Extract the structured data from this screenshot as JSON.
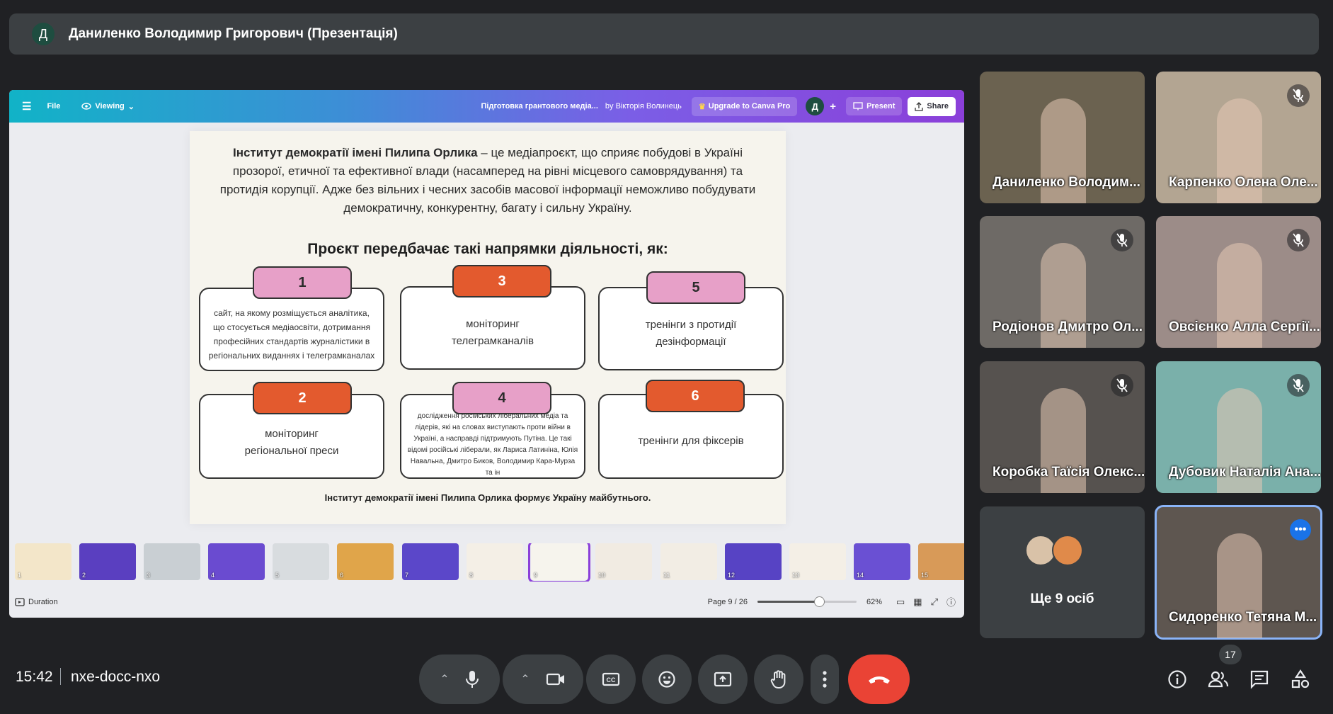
{
  "presenter": {
    "avatar_letter": "Д",
    "title": "Даниленко Володимир Григорович (Презентація)"
  },
  "canva": {
    "menu_icon": "hamburger-icon",
    "file": "File",
    "viewing": "Viewing",
    "doc_title": "Підготовка грантового медіа...",
    "doc_author": "by Вікторія Волинець",
    "upgrade": "Upgrade to Canva Pro",
    "avatar_letter": "Д",
    "plus": "+",
    "present": "Present",
    "share": "Share"
  },
  "slide": {
    "intro_bold": "Інститут демократії імені Пилипа Орлика",
    "intro_rest": " – це медіапроєкт, що сприяє побудові в Україні прозорої, етичної та ефективної влади (насамперед на рівні місцевого самоврядування) та протидія корупції. Адже без вільних і чесних засобів масової інформації неможливо побудувати демократичну, конкурентну, багату і сильну Україну.",
    "section_title": "Проєкт передбачає такі напрямки діяльності, як:",
    "cards": [
      {
        "num": "1",
        "text": "сайт, на якому розміщується аналітика, що стосується медіаосвіти, дотримання професійних стандартів журналістики в регіональних виданнях і телеграмканалах"
      },
      {
        "num": "3",
        "text": "моніторинг телеграмканалів"
      },
      {
        "num": "5",
        "text": "тренінги з протидії дезінформації"
      },
      {
        "num": "2",
        "text": "моніторинг регіональної преси"
      },
      {
        "num": "4",
        "text": "дослідження російських ліберальних медіа та лідерів, які на словах виступають проти війни в Україні, а насправді підтримують Путіна. Це такі відомі російські ліберали, як Лариса Латиніна, Юлія Навальна, Дмитро Биков, Володимир Кара-Мурза та ін"
      },
      {
        "num": "6",
        "text": "тренінги для фіксерів"
      }
    ],
    "footer": "Інститут демократії імені Пилипа Орлика формує Україну майбутнього."
  },
  "thumbnails": [
    {
      "n": "1",
      "color": "#f3e6c9"
    },
    {
      "n": "2",
      "color": "#5a3fc0"
    },
    {
      "n": "3",
      "color": "#c9cfd3"
    },
    {
      "n": "4",
      "color": "#6a4bd0"
    },
    {
      "n": "5",
      "color": "#d8dcdf"
    },
    {
      "n": "6",
      "color": "#e0a54a"
    },
    {
      "n": "7",
      "color": "#5b47c9"
    },
    {
      "n": "8",
      "color": "#f4efe6"
    },
    {
      "n": "9",
      "color": "#f6f4ed"
    },
    {
      "n": "10",
      "color": "#f1ebe2"
    },
    {
      "n": "11",
      "color": "#f2ede4"
    },
    {
      "n": "12",
      "color": "#5743c4"
    },
    {
      "n": "13",
      "color": "#f4efe6"
    },
    {
      "n": "14",
      "color": "#6a50d3"
    },
    {
      "n": "15",
      "color": "#d89a58"
    }
  ],
  "footer": {
    "duration": "Duration",
    "page": "Page 9 / 26",
    "zoom_level": 0.62,
    "zoom": "62%"
  },
  "participants": [
    {
      "name": "Даниленко Володим...",
      "muted": false,
      "bg": "#6b6250"
    },
    {
      "name": "Карпенко Олена Оле...",
      "muted": true,
      "bg": "#b3a592"
    },
    {
      "name": "Родіонов Дмитро Ол...",
      "muted": true,
      "bg": "#6e6a66"
    },
    {
      "name": "Овсієнко Алла Сергії...",
      "muted": true,
      "bg": "#9c8c88"
    },
    {
      "name": "Коробка Таїсія Олекс...",
      "muted": true,
      "bg": "#56524f"
    },
    {
      "name": "Дубовик Наталія Ана...",
      "muted": true,
      "bg": "#7ab0aa"
    },
    {
      "name": "Ще 9 осіб",
      "muted": false,
      "bg": "#3c4043"
    },
    {
      "name": "Сидоренко Тетяна М...",
      "muted": false,
      "bg": "#5e5650"
    }
  ],
  "bottom": {
    "time": "15:42",
    "meeting_code": "nxe-docc-nxo",
    "people_count": "17"
  },
  "colors": {
    "end_call": "#ea4335",
    "active_tile_border": "#8ab4f8",
    "more_button": "#1a73e8"
  }
}
